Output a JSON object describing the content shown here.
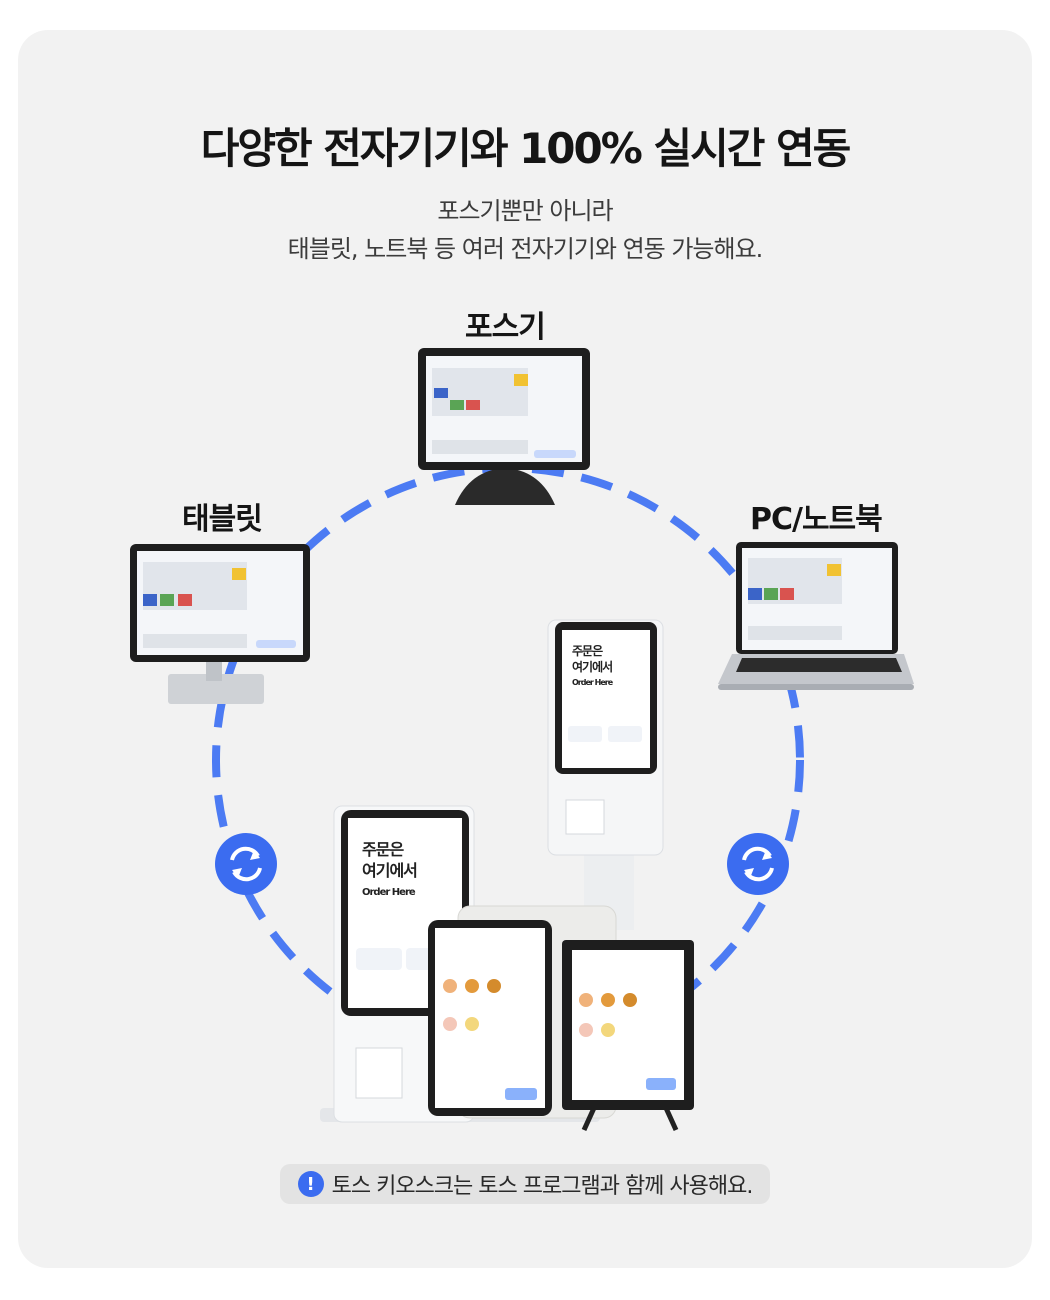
{
  "title": "다양한 전자기기와 100% 실시간 연동",
  "subtitle_line1": "포스기뿐만 아니라",
  "subtitle_line2": "태블릿, 노트북 등 여러 전자기기와 연동 가능해요.",
  "devices": {
    "pos_label": "포스기",
    "tablet_label": "태블릿",
    "pc_label": "PC/노트북"
  },
  "kiosk": {
    "large_line1": "주문은",
    "large_line2": "여기에서",
    "large_line3": "Order Here",
    "small_line1": "주문은",
    "small_line2": "여기에서",
    "small_line3": "Order Here"
  },
  "notice": {
    "icon": "exclamation-icon",
    "text": "토스 키오스크는 토스 프로그램과 함께 사용해요."
  },
  "colors": {
    "accent": "#3b6cf0",
    "background": "#f2f2f2"
  }
}
